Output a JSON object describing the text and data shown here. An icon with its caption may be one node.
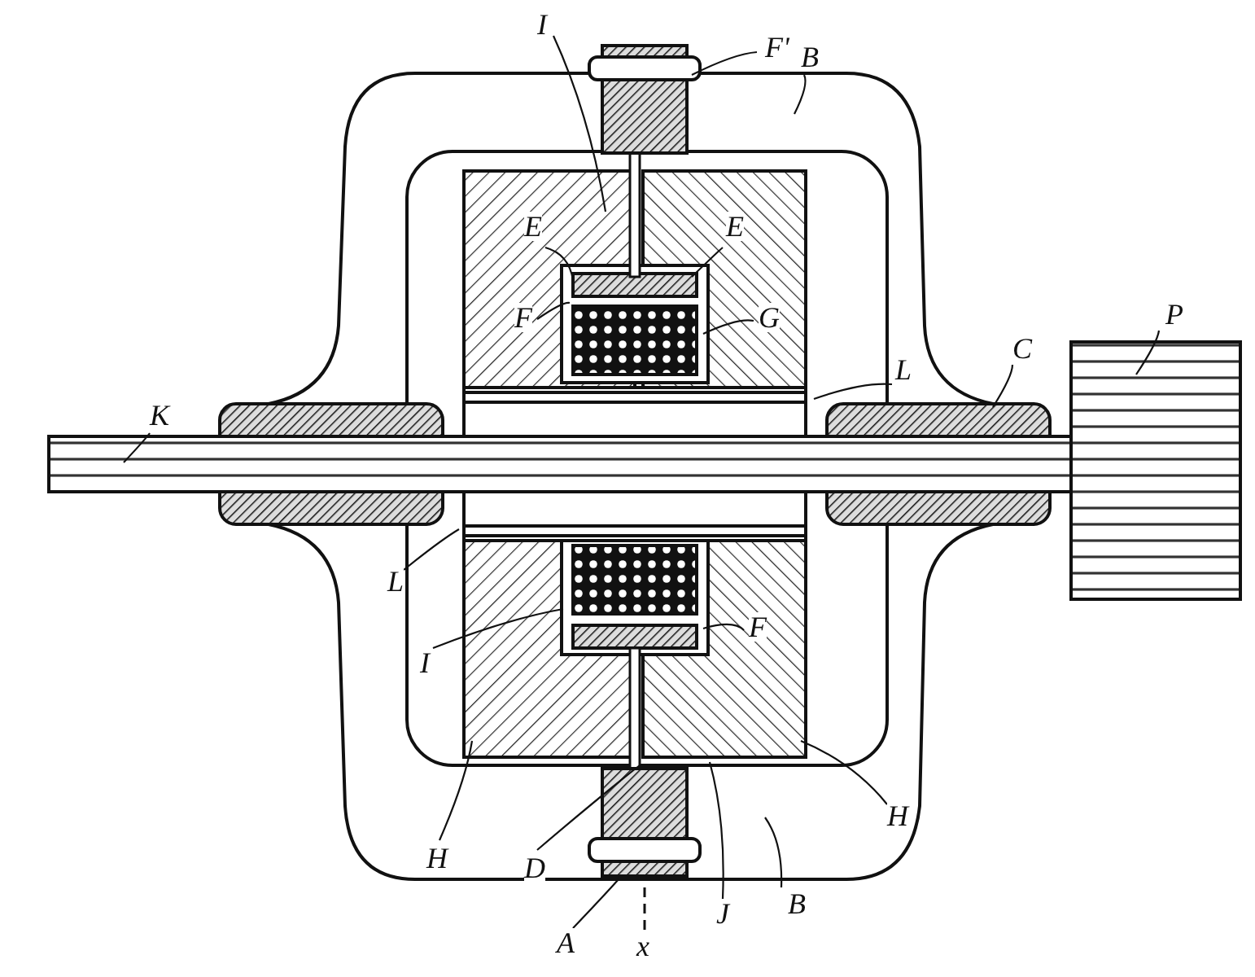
{
  "diagram": {
    "nodes": [
      {
        "text": [
          "I"
        ]
      },
      {
        "text": [
          "F'"
        ]
      },
      {
        "text": [
          "B"
        ]
      },
      {
        "text": [
          "E"
        ]
      },
      {
        "text": [
          "E"
        ]
      },
      {
        "text": [
          "F"
        ]
      },
      {
        "text": [
          "G"
        ]
      },
      {
        "text": [
          "L"
        ]
      },
      {
        "text": [
          "K"
        ]
      },
      {
        "text": [
          "C"
        ]
      },
      {
        "text": [
          "P"
        ]
      },
      {
        "text": [
          "L"
        ]
      },
      {
        "text": [
          "I"
        ]
      },
      {
        "text": [
          "F"
        ]
      },
      {
        "text": [
          "H"
        ]
      },
      {
        "text": [
          "D"
        ]
      },
      {
        "text": [
          "J"
        ]
      },
      {
        "text": [
          "B"
        ]
      },
      {
        "text": [
          "A"
        ]
      },
      {
        "text": [
          "H"
        ]
      }
    ],
    "edges": [
      {
        "from": 0,
        "to": null,
        "arrow": "none"
      },
      {
        "from": 1,
        "to": null,
        "arrow": "none"
      },
      {
        "from": 2,
        "to": null,
        "arrow": "none"
      },
      {
        "from": 3,
        "to": null,
        "arrow": "none"
      },
      {
        "from": 4,
        "to": null,
        "arrow": "none"
      },
      {
        "from": 5,
        "to": null,
        "arrow": "none"
      },
      {
        "from": 6,
        "to": null,
        "arrow": "none"
      },
      {
        "from": 7,
        "to": null,
        "arrow": "none"
      },
      {
        "from": 8,
        "to": null,
        "arrow": "none"
      },
      {
        "from": 9,
        "to": null,
        "arrow": "none"
      },
      {
        "from": 10,
        "to": null,
        "arrow": "none"
      },
      {
        "from": 11,
        "to": null,
        "arrow": "none"
      },
      {
        "from": 12,
        "to": null,
        "arrow": "none"
      },
      {
        "from": 13,
        "to": null,
        "arrow": "none"
      },
      {
        "from": 14,
        "to": null,
        "arrow": "none"
      },
      {
        "from": 15,
        "to": null,
        "arrow": "none"
      },
      {
        "from": 16,
        "to": null,
        "arrow": "none"
      },
      {
        "from": 17,
        "to": null,
        "arrow": "none"
      },
      {
        "from": 18,
        "to": null,
        "arrow": "none"
      },
      {
        "from": 19,
        "to": null,
        "arrow": "none"
      }
    ],
    "labels": [
      "x"
    ]
  }
}
